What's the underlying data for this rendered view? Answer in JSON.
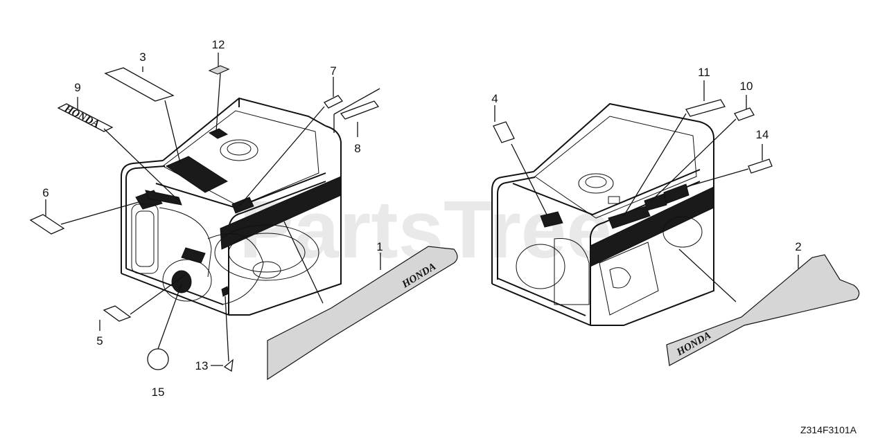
{
  "watermark": "PartsTree",
  "diagram_code": "Z314F3101A",
  "brand_mark": "HONDA",
  "callouts": {
    "c1": "1",
    "c2": "2",
    "c3": "3",
    "c4": "4",
    "c5": "5",
    "c6": "6",
    "c7": "7",
    "c8": "8",
    "c9": "9",
    "c10": "10",
    "c11": "11",
    "c12": "12",
    "c13": "13",
    "c14": "14",
    "c15": "15"
  }
}
